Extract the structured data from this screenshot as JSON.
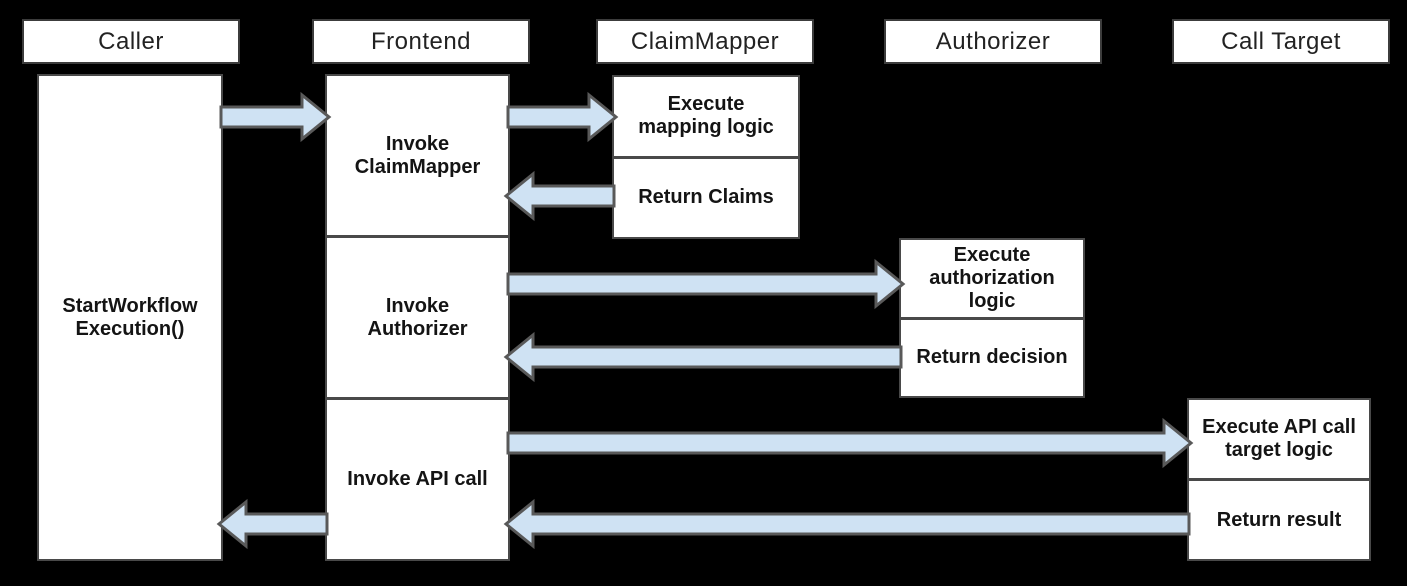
{
  "colors": {
    "background": "#000000",
    "box_fill": "#ffffff",
    "header_border": "#3c3c3c",
    "body_border": "#494949",
    "arrow_fill": "#cfe2f3",
    "arrow_stroke": "#595959",
    "text": "#141414"
  },
  "columns": [
    {
      "header": "Caller",
      "steps": [
        "StartWorkflow\nExecution()"
      ]
    },
    {
      "header": "Frontend",
      "steps": [
        "Invoke\nClaimMapper",
        "Invoke\nAuthorizer",
        "Invoke API call"
      ]
    },
    {
      "header": "ClaimMapper",
      "steps": [
        "Execute\nmapping logic",
        "Return Claims"
      ]
    },
    {
      "header": "Authorizer",
      "steps": [
        "Execute\nauthorization\nlogic",
        "Return decision"
      ]
    },
    {
      "header": "Call Target",
      "steps": [
        "Execute API call\ntarget logic",
        "Return result"
      ]
    }
  ],
  "arrows": [
    {
      "from": "Caller",
      "to": "Frontend"
    },
    {
      "from": "Frontend",
      "to": "ClaimMapper"
    },
    {
      "from": "ClaimMapper",
      "to": "Frontend"
    },
    {
      "from": "Frontend",
      "to": "Authorizer"
    },
    {
      "from": "Authorizer",
      "to": "Frontend"
    },
    {
      "from": "Frontend",
      "to": "Call Target"
    },
    {
      "from": "Call Target",
      "to": "Frontend"
    },
    {
      "from": "Frontend",
      "to": "Caller"
    }
  ]
}
